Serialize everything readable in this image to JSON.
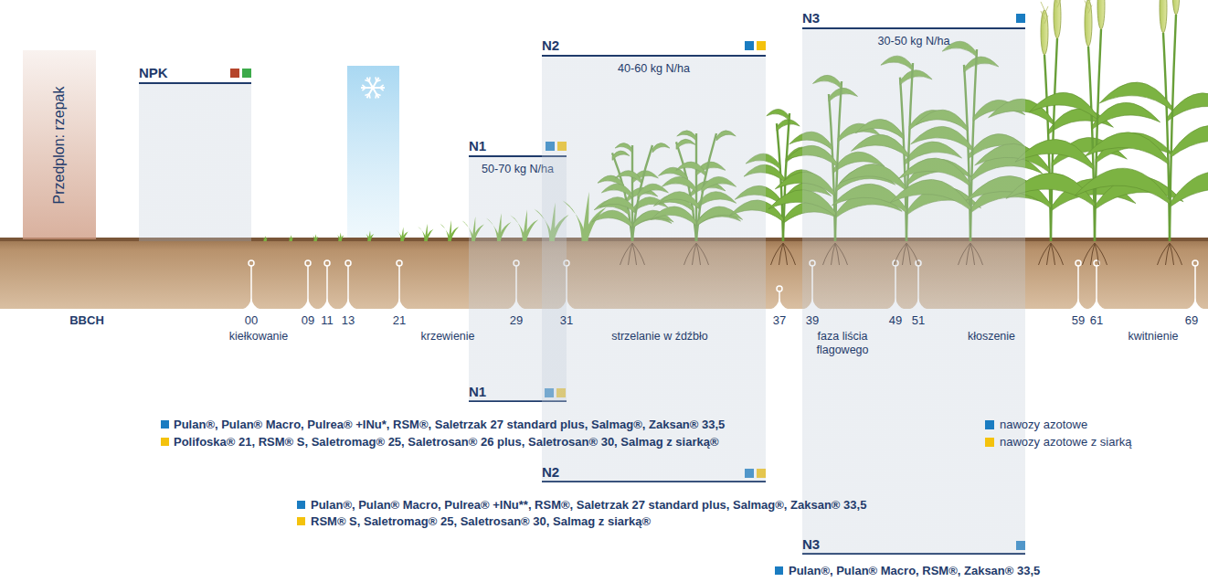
{
  "diagram": {
    "nodes": [
      {
        "text": [
          "Przedplon: rzepak"
        ]
      },
      {
        "text": [
          "NPK"
        ]
      },
      {
        "text": [
          "N1",
          "50-70 kg N/ha"
        ]
      },
      {
        "text": [
          "N2",
          "40-60 kg N/ha"
        ]
      },
      {
        "text": [
          "N3",
          "30-50 kg N/ha"
        ]
      }
    ],
    "labels": [
      "BBCH",
      "00",
      "09",
      "11",
      "13",
      "21",
      "29",
      "31",
      "37",
      "39",
      "49",
      "51",
      "59",
      "61",
      "69",
      "kiełkowanie",
      "krzewienie",
      "strzelanie w źdźbło",
      "faza liścia flagowego",
      "kłoszenie",
      "kwitnienie",
      "N1",
      "Pulan®, Pulan® Macro, Pulrea® +INu*, RSM®, Saletrzak 27 standard plus, Salmag®, Zaksan® 33,5",
      "Polifoska® 21, RSM® S, Saletromag® 25, Saletrosan® 26 plus, Saletrosan® 30, Salmag z siarką®",
      "N2",
      "Pulan®, Pulan® Macro, Pulrea® +INu**, RSM®, Saletrzak 27 standard plus, Salmag®, Zaksan® 33,5",
      "RSM® S, Saletromag® 25, Saletrosan® 30, Salmag z siarką®",
      "N3",
      "Pulan®, Pulan® Macro, RSM®, Zaksan® 33,5"
    ],
    "legend": [
      {
        "text": "nawozy azotowe",
        "color": "#1a7cc1"
      },
      {
        "text": "nawozy azotowe z siarką",
        "color": "#f4c20d"
      }
    ]
  }
}
